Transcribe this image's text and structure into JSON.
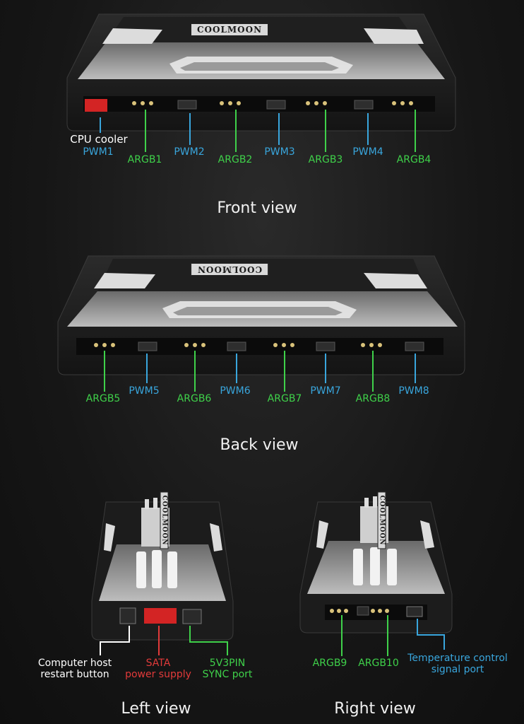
{
  "brand": "COOLMOON",
  "views": {
    "front": "Front view",
    "back": "Back view",
    "left": "Left view",
    "right": "Right view"
  },
  "front_ports": {
    "cpu_cooler": "CPU cooler",
    "pwm1": "PWM1",
    "argb1": "ARGB1",
    "pwm2": "PWM2",
    "argb2": "ARGB2",
    "pwm3": "PWM3",
    "argb3": "ARGB3",
    "pwm4": "PWM4",
    "argb4": "ARGB4"
  },
  "back_ports": {
    "argb5": "ARGB5",
    "pwm5": "PWM5",
    "argb6": "ARGB6",
    "pwm6": "PWM6",
    "argb7": "ARGB7",
    "pwm7": "PWM7",
    "argb8": "ARGB8",
    "pwm8": "PWM8"
  },
  "left_ports": {
    "restart_1": "Computer host",
    "restart_2": "restart button",
    "sata_1": "SATA",
    "sata_2": "power supply",
    "sync_1": "5V3PIN",
    "sync_2": "SYNC port"
  },
  "right_ports": {
    "argb9": "ARGB9",
    "argb10": "ARGB10",
    "temp_1": "Temperature control",
    "temp_2": "signal port"
  },
  "colors": {
    "pwm": "#39a6dd",
    "argb": "#3fd14a",
    "sata": "#e23a3a",
    "restart": "#ffffff"
  }
}
